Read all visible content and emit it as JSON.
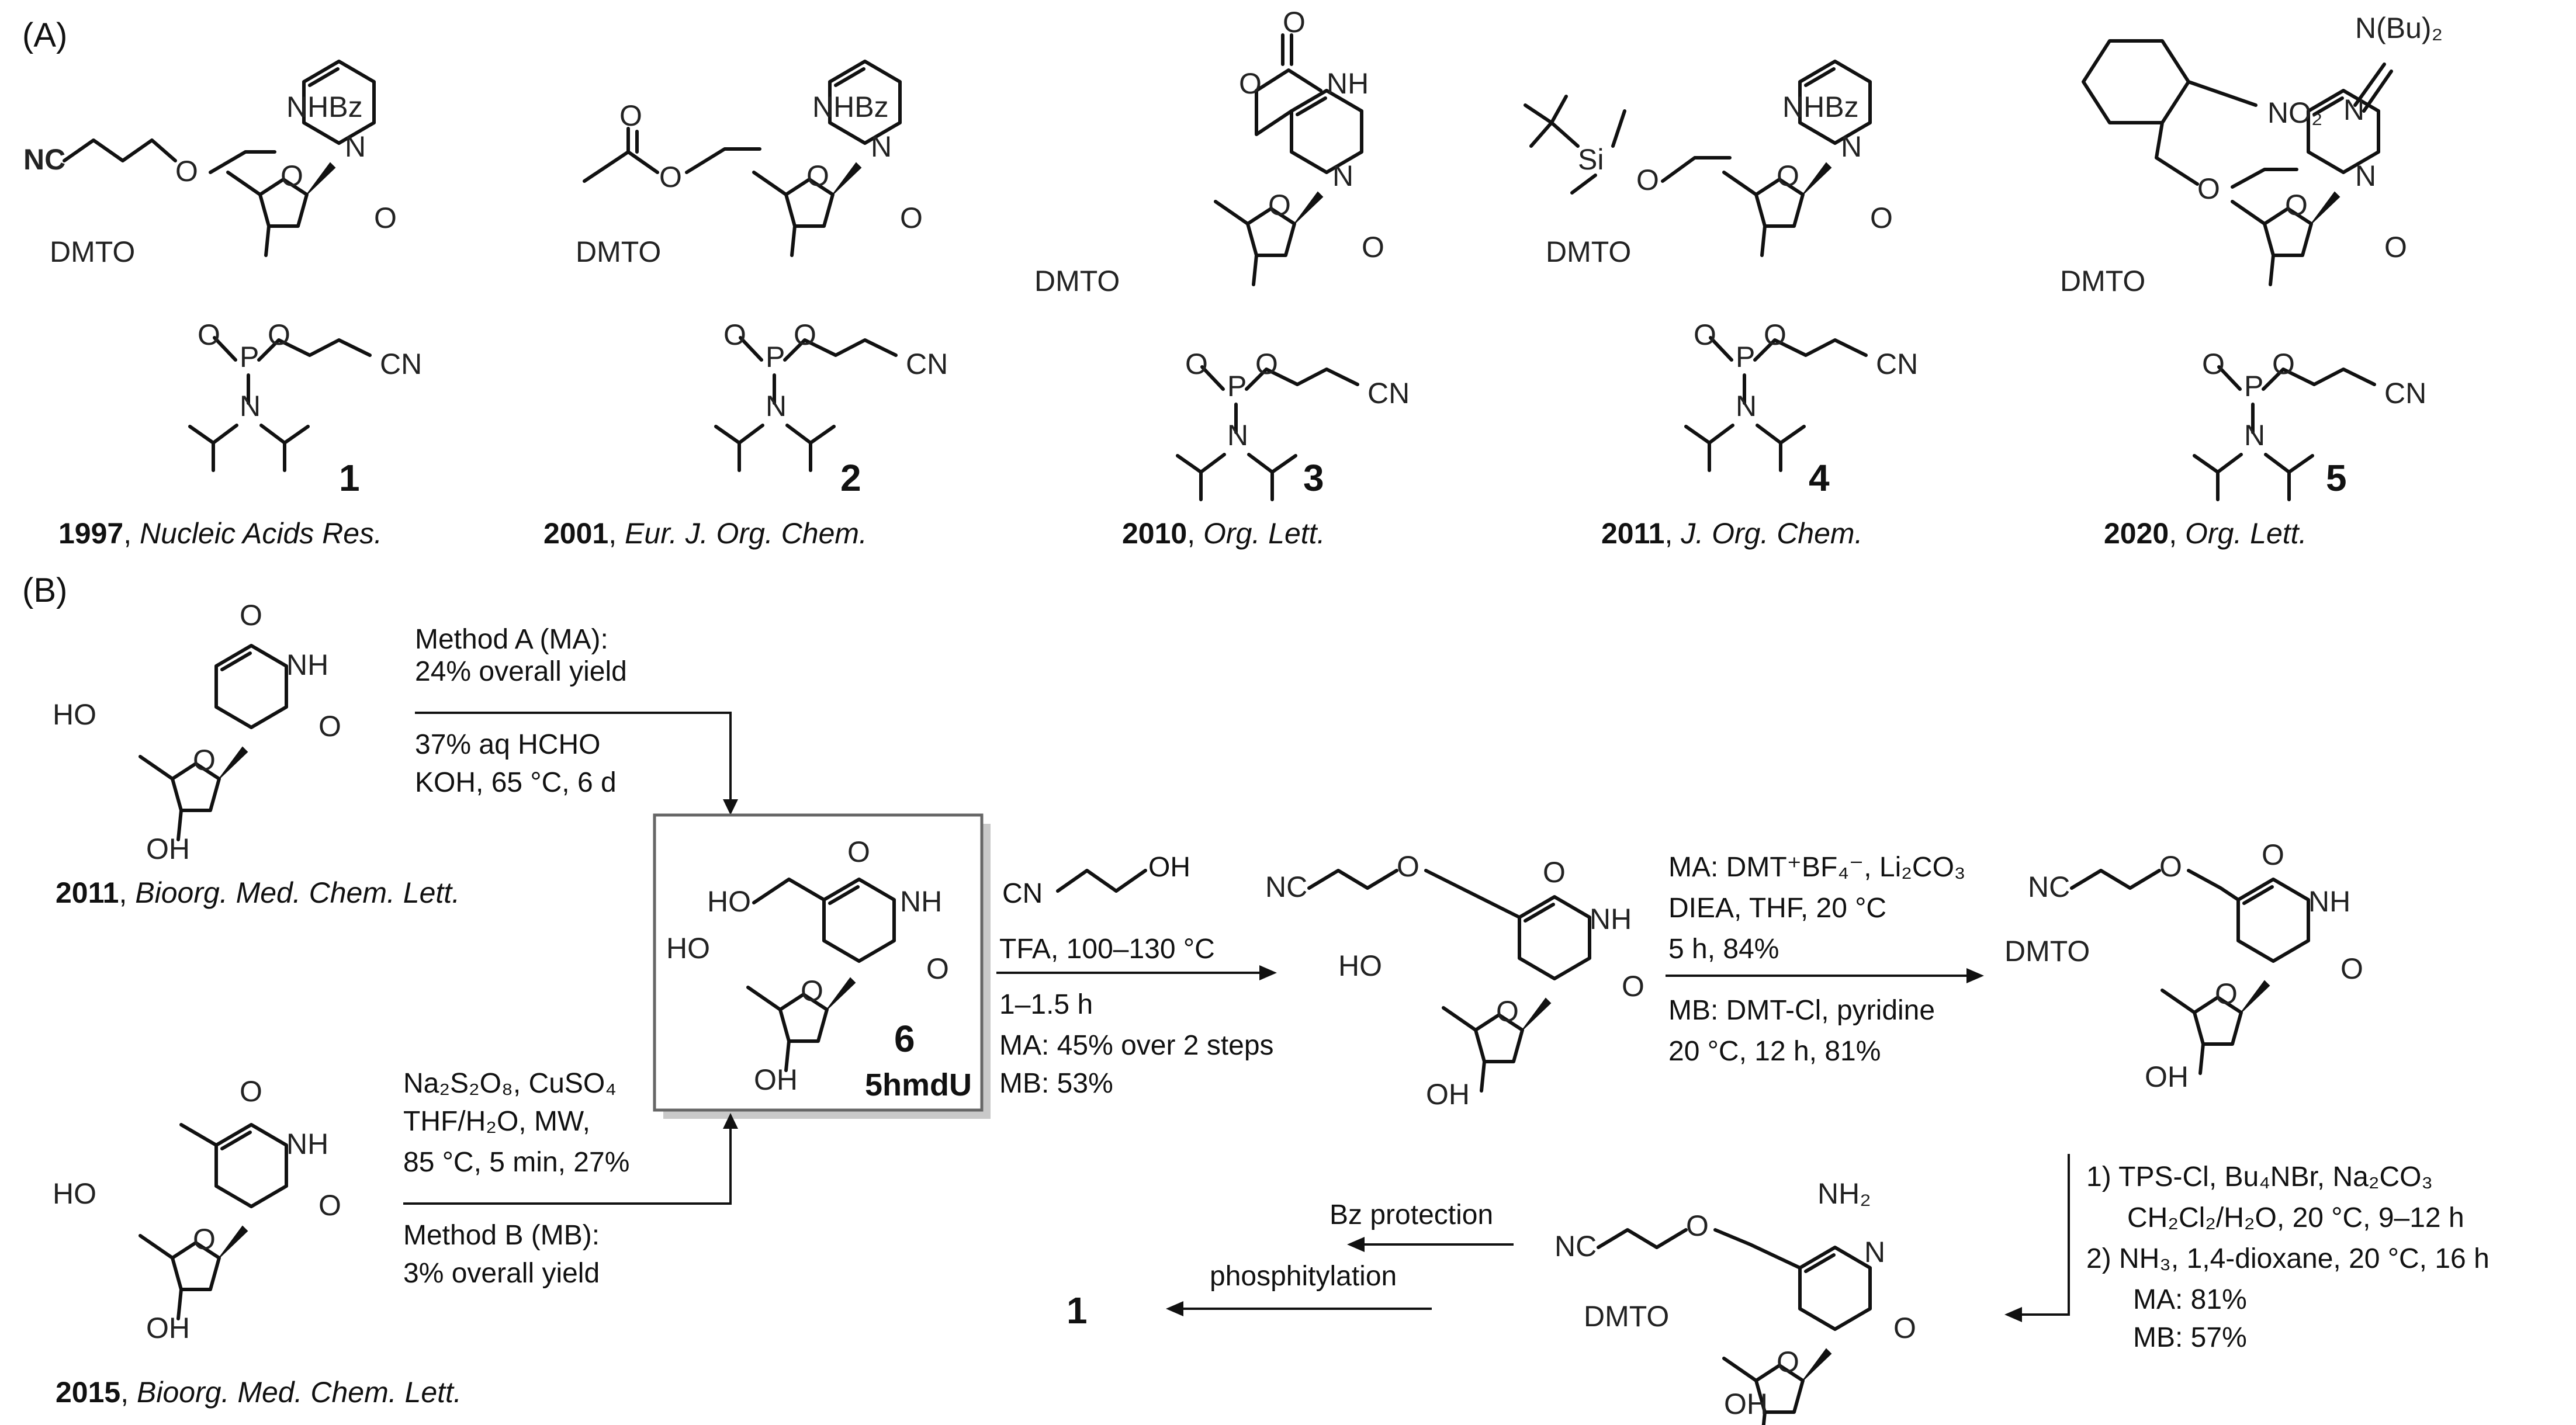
{
  "panels": {
    "a_label": "(A)",
    "b_label": "(B)"
  },
  "atoms": {
    "DMTO": "DMTO",
    "HO": "HO",
    "OH": "OH",
    "O": "O",
    "N": "N",
    "NH": "NH",
    "P": "P",
    "CN": "CN",
    "NC": "NC",
    "NHBz": "NHBz",
    "Si": "Si",
    "NO2": "NO₂",
    "N_Bu2": "N(Bu)₂",
    "NH2": "NH₂"
  },
  "compounds": [
    {
      "number": "1",
      "year": "1997",
      "journal": "Nucleic Acids Res."
    },
    {
      "number": "2",
      "year": "2001",
      "journal": "Eur. J. Org. Chem."
    },
    {
      "number": "3",
      "year": "2010",
      "journal": "Org. Lett."
    },
    {
      "number": "4",
      "year": "2011",
      "journal": "J. Org. Chem."
    },
    {
      "number": "5",
      "year": "2020",
      "journal": "Org. Lett."
    }
  ],
  "scheme": {
    "start_top": {
      "year": "2011",
      "journal": "Bioorg. Med. Chem. Lett."
    },
    "start_bottom": {
      "year": "2015",
      "journal": "Bioorg. Med. Chem. Lett."
    },
    "method_a": {
      "title": "Method A (MA):",
      "yield": "24% overall yield",
      "reagent": "37% aq HCHO",
      "conditions": "KOH, 65 °C, 6 d"
    },
    "method_b": {
      "reagents": "Na₂S₂O₈, CuSO₄",
      "solvent": "THF/H₂O, MW,",
      "conditions": "85 °C, 5 min, 27%",
      "title": "Method B (MB):",
      "yield": "3% overall yield"
    },
    "boxed": {
      "number": "6",
      "name": "5hmdU"
    },
    "step2": {
      "reagent": "CN",
      "reagent_oh": "OH",
      "acid": "TFA, 100–130 °C",
      "time": "1–1.5 h",
      "ma_yield": "MA: 45% over 2 steps",
      "mb_yield": "MB: 53%"
    },
    "step3": {
      "ma_reagents": "MA: DMT⁺BF₄⁻, Li₂CO₃",
      "ma_base": "DIEA, THF, 20 °C",
      "ma_time": "5 h, 84%",
      "mb_reagents": "MB: DMT-Cl, pyridine",
      "mb_conditions": "20 °C, 12 h, 81%"
    },
    "step4": {
      "line1": "1) TPS-Cl, Bu₄NBr, Na₂CO₃",
      "line2": "CH₂Cl₂/H₂O, 20 °C, 9–12 h",
      "line3": "2) NH₃, 1,4-dioxane, 20 °C, 16 h",
      "ma_yield": "MA: 81%",
      "mb_yield": "MB: 57%"
    },
    "final_step": {
      "line1": "Bz protection",
      "line2": "phosphitylation",
      "product": "1"
    }
  }
}
